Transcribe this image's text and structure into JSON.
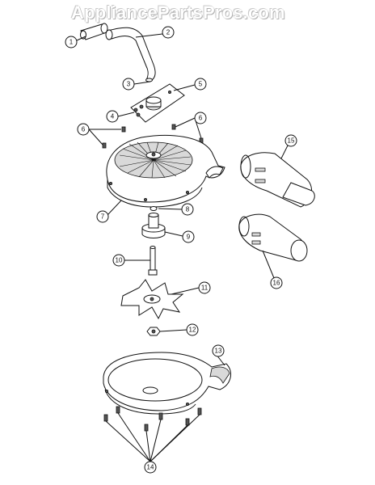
{
  "watermark": "AppliancePartsPros.com",
  "callouts": [
    {
      "id": "c1",
      "label": "1"
    },
    {
      "id": "c2",
      "label": "2"
    },
    {
      "id": "c3",
      "label": "3"
    },
    {
      "id": "c4",
      "label": "4"
    },
    {
      "id": "c5",
      "label": "5"
    },
    {
      "id": "c6a",
      "label": "6"
    },
    {
      "id": "c6b",
      "label": "6"
    },
    {
      "id": "c7",
      "label": "7"
    },
    {
      "id": "c8",
      "label": "8"
    },
    {
      "id": "c9",
      "label": "9"
    },
    {
      "id": "c10",
      "label": "10"
    },
    {
      "id": "c11",
      "label": "11"
    },
    {
      "id": "c12",
      "label": "12"
    },
    {
      "id": "c13",
      "label": "13"
    },
    {
      "id": "c14",
      "label": "14"
    },
    {
      "id": "c15",
      "label": "15"
    },
    {
      "id": "c16",
      "label": "16"
    }
  ]
}
